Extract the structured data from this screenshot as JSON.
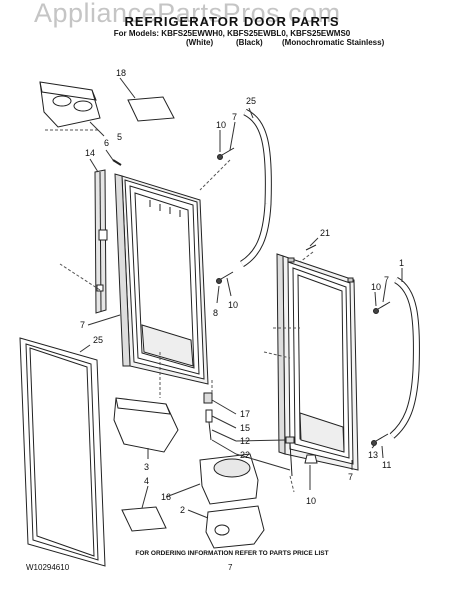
{
  "watermark": "AppliancePartsPros.com",
  "header": {
    "title": "REFRIGERATOR DOOR PARTS",
    "models": "For Models: KBFS25EWWH0, KBFS25EWBL0, KBFS25EWMS0",
    "variants": [
      "(White)",
      "(Black)",
      "(Monochromatic Stainless)"
    ]
  },
  "callouts": [
    "18",
    "5",
    "6",
    "14",
    "10",
    "7",
    "25",
    "21",
    "7",
    "10",
    "1",
    "8",
    "10",
    "7",
    "25",
    "13",
    "11",
    "17",
    "15",
    "12",
    "22",
    "3",
    "4",
    "16",
    "2",
    "10",
    "7"
  ],
  "footer": {
    "order_info": "FOR ORDERING INFORMATION REFER TO PARTS PRICE LIST",
    "doc_number": "W10294610",
    "page_number": "7"
  },
  "colors": {
    "line": "#222222",
    "fill": "#ffffff",
    "shade": "#dddddd",
    "watermark": "#999999"
  }
}
